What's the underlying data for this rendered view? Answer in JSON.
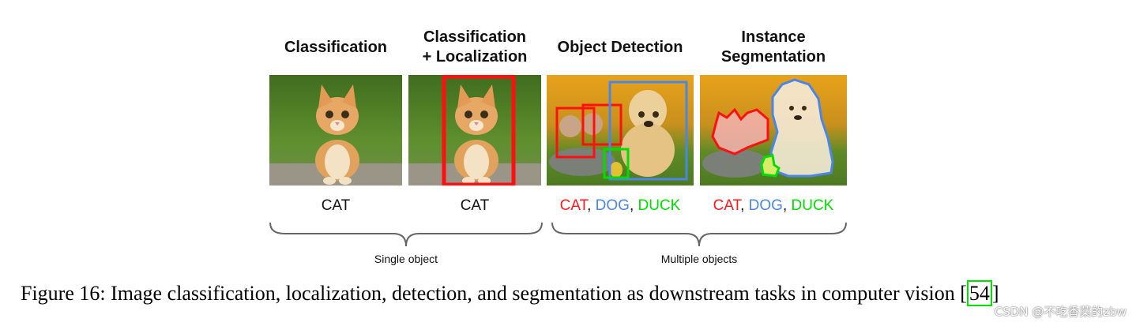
{
  "tasks": [
    {
      "title": "Classification"
    },
    {
      "title": "Classification\n+ Localization"
    },
    {
      "title": "Object Detection"
    },
    {
      "title": "Instance\nSegmentation"
    }
  ],
  "labels": {
    "cat": "CAT",
    "cat_multi": "CAT",
    "sep": ",",
    "dog": "DOG",
    "duck": "DUCK"
  },
  "groups": {
    "single": "Single object",
    "multiple": "Multiple objects"
  },
  "caption": {
    "text": "Figure 16: Image classification, localization, detection, and segmentation as downstream tasks in computer vision [",
    "cite": "54",
    "close": "]"
  },
  "watermark": "CSDN @不吃香菜的zbw",
  "colors": {
    "cat": "#ff1a1a",
    "dog": "#4a86e8",
    "duck": "#00dd00"
  }
}
